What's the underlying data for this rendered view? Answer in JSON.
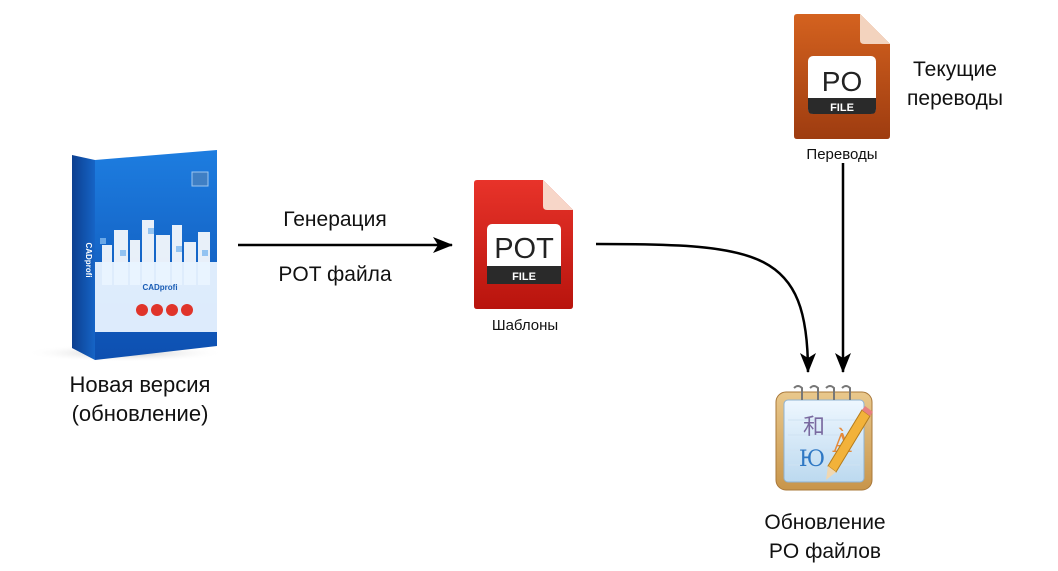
{
  "product_box": {
    "brand_spine": "CADprofi",
    "brand_front": "CADprofi",
    "caption_line1": "Новая версия",
    "caption_line2": "(обновление)"
  },
  "arrow_generate": {
    "label_line1": "Генерация",
    "label_line2": "POT файла"
  },
  "pot_file": {
    "icon_text": "POT",
    "icon_subtext": "FILE",
    "caption": "Шаблоны",
    "color": "#d61f17"
  },
  "po_file": {
    "icon_text": "PO",
    "icon_subtext": "FILE",
    "caption": "Переводы",
    "side_line1": "Текущие",
    "side_line2": "переводы",
    "color": "#c8501a"
  },
  "poedit": {
    "glyph_1": "和",
    "glyph_2": "À",
    "glyph_3": "Ю",
    "caption_line1": "Обновление",
    "caption_line2": "PO файлов"
  },
  "colors": {
    "box_blue": "#1a6fd6",
    "arrow": "#000000"
  }
}
